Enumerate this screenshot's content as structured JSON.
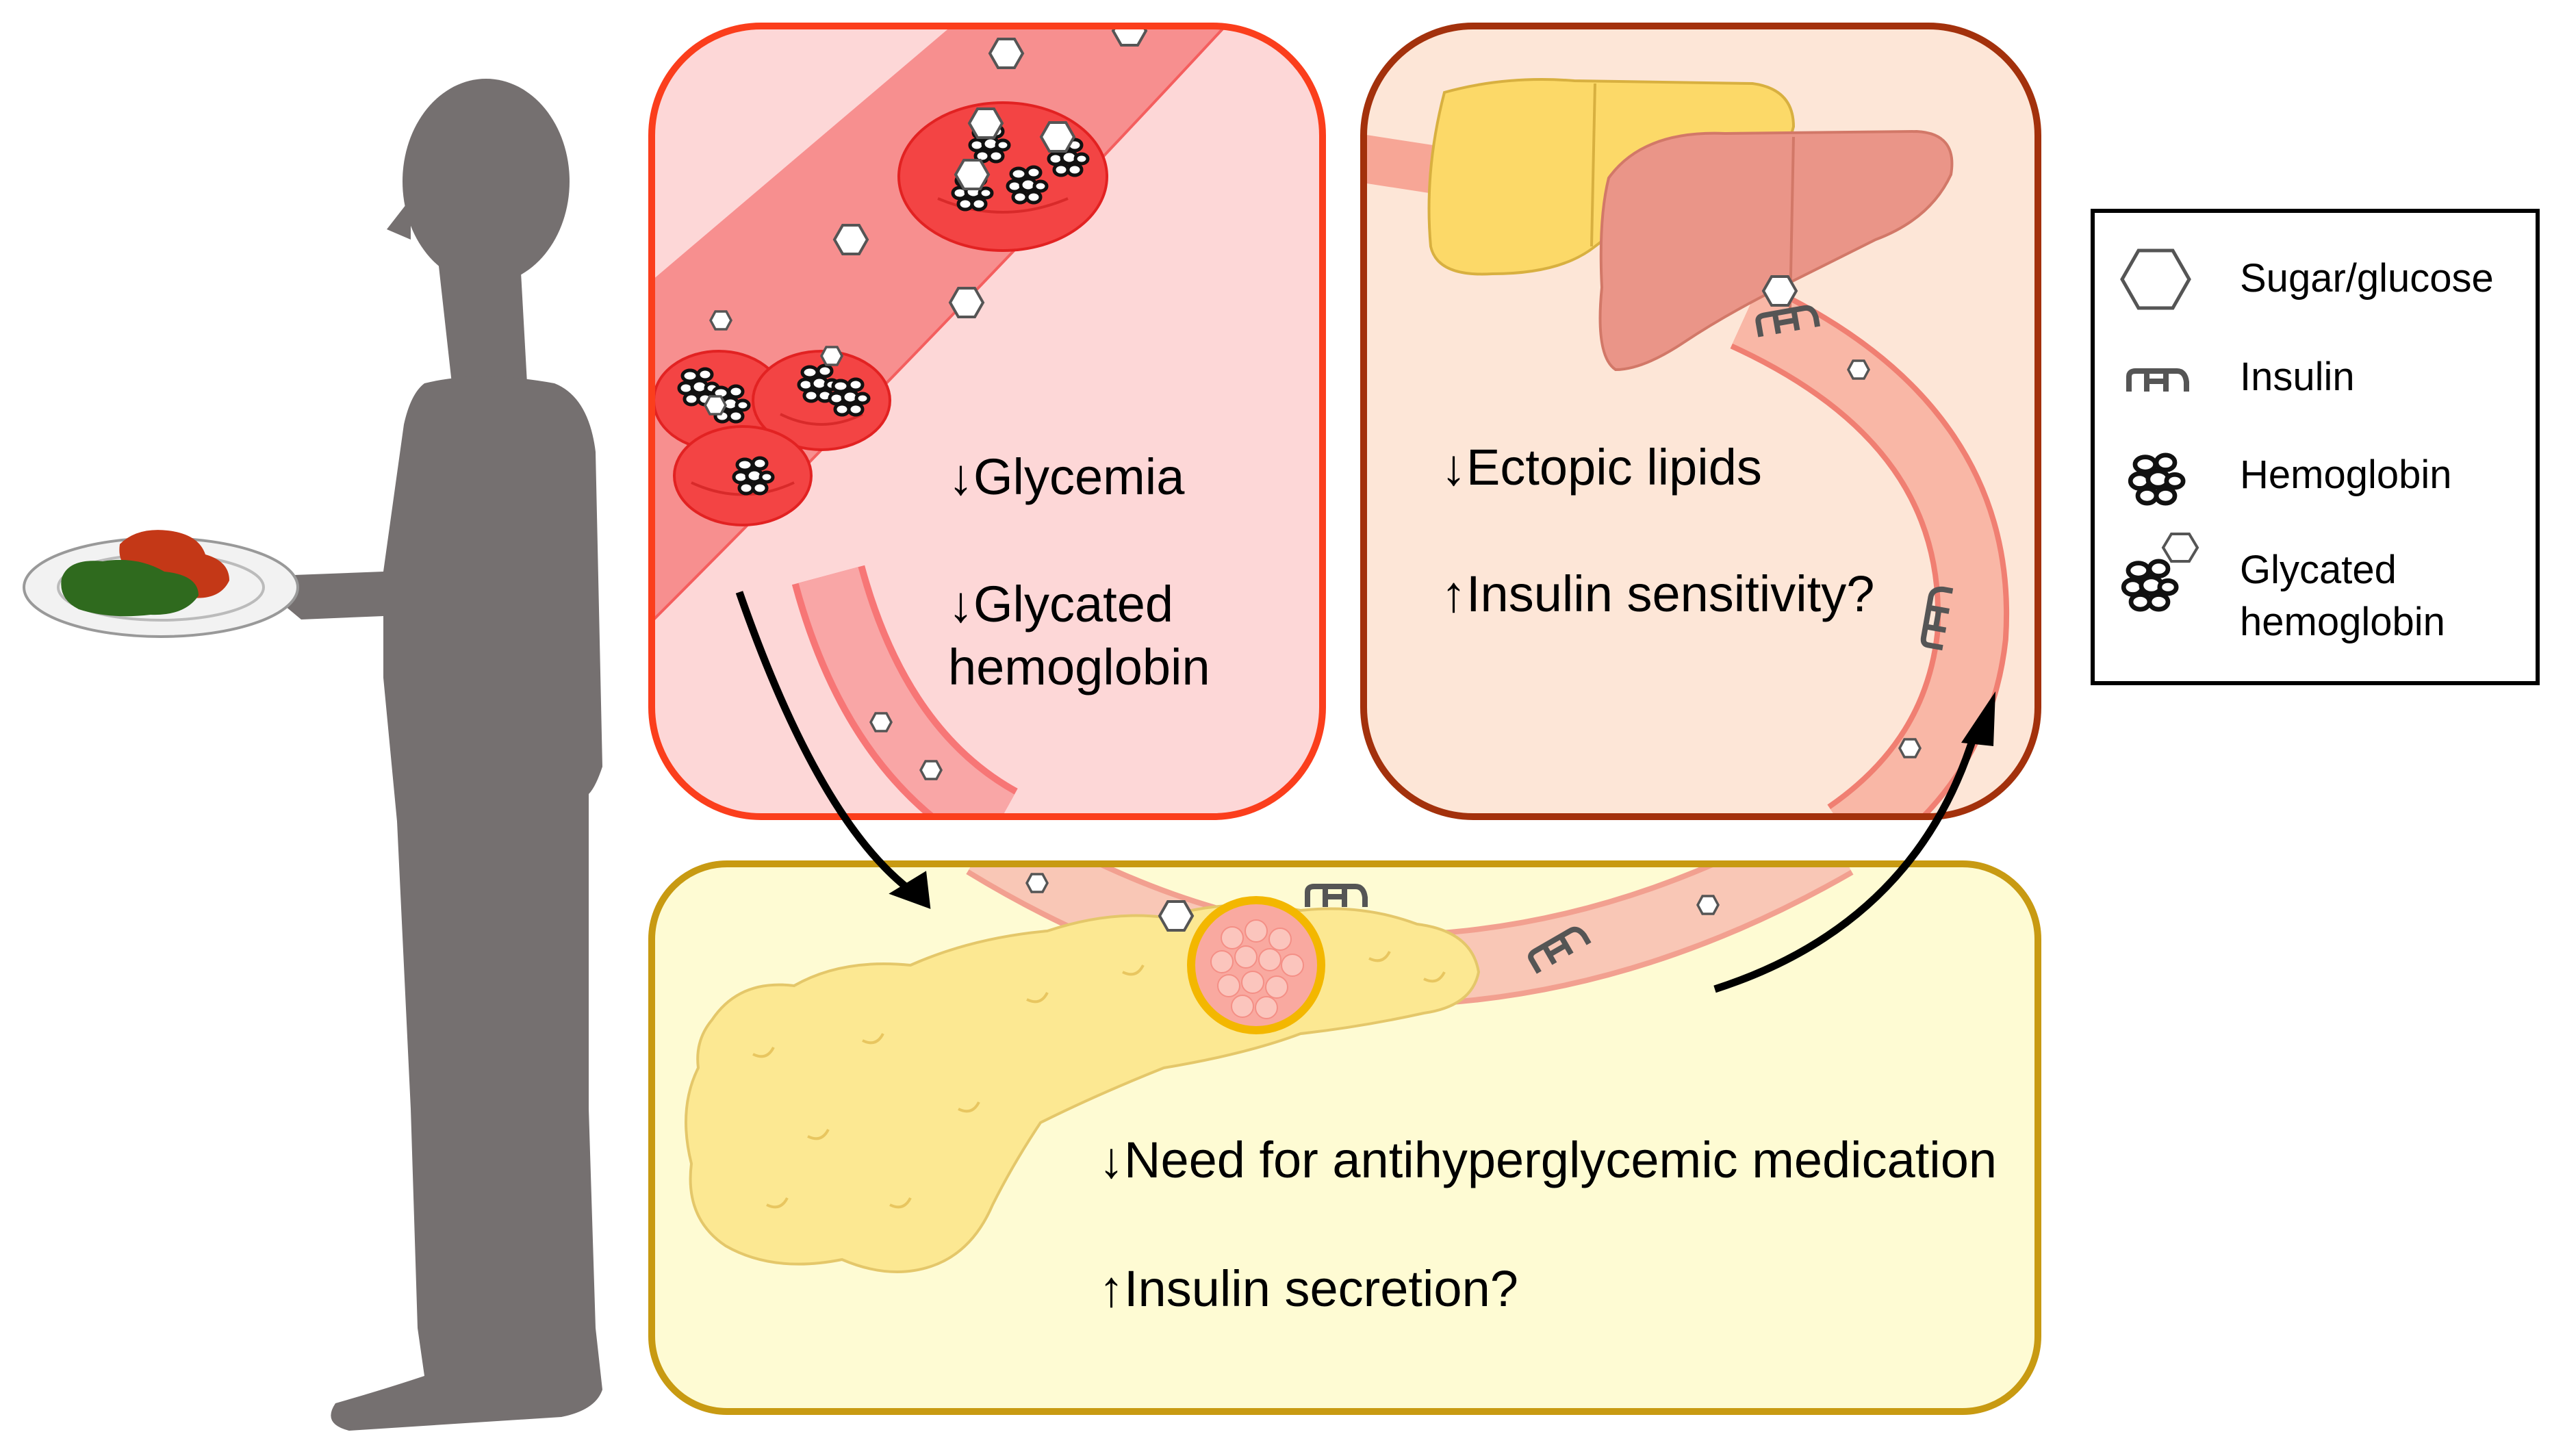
{
  "panels": {
    "blood": {
      "line1": "↓Glycemia",
      "line2": "↓Glycated",
      "line3": "hemoglobin"
    },
    "liver": {
      "line1": "↓Ectopic lipids",
      "line2": "↑Insulin sensitivity?"
    },
    "pancreas": {
      "line1": "↓Need for antihyperglycemic medication",
      "line2": "↑Insulin secretion?"
    }
  },
  "legend": {
    "items": [
      {
        "icon": "hexagon-icon",
        "label": "Sugar/glucose"
      },
      {
        "icon": "insulin-icon",
        "label": "Insulin"
      },
      {
        "icon": "hemoglobin-icon",
        "label": "Hemoglobin"
      },
      {
        "icon": "glycated-hemoglobin-icon",
        "label_line1": "Glycated",
        "label_line2": "hemoglobin"
      }
    ]
  },
  "colors": {
    "blood_panel_border": "#fb3e1c",
    "blood_panel_fill": "#fdd7d7",
    "liver_panel_border": "#a3310c",
    "liver_panel_fill": "#fde6d7",
    "pancreas_panel_border": "#c89a12",
    "pancreas_panel_fill": "#fefbd3",
    "vessel": "#f99a9a",
    "red_cell": "#f34444",
    "liver_fatty": "#fcd968",
    "liver_healthy": "#ea9588",
    "pancreas": "#fce892",
    "silhouette": "#757070"
  }
}
